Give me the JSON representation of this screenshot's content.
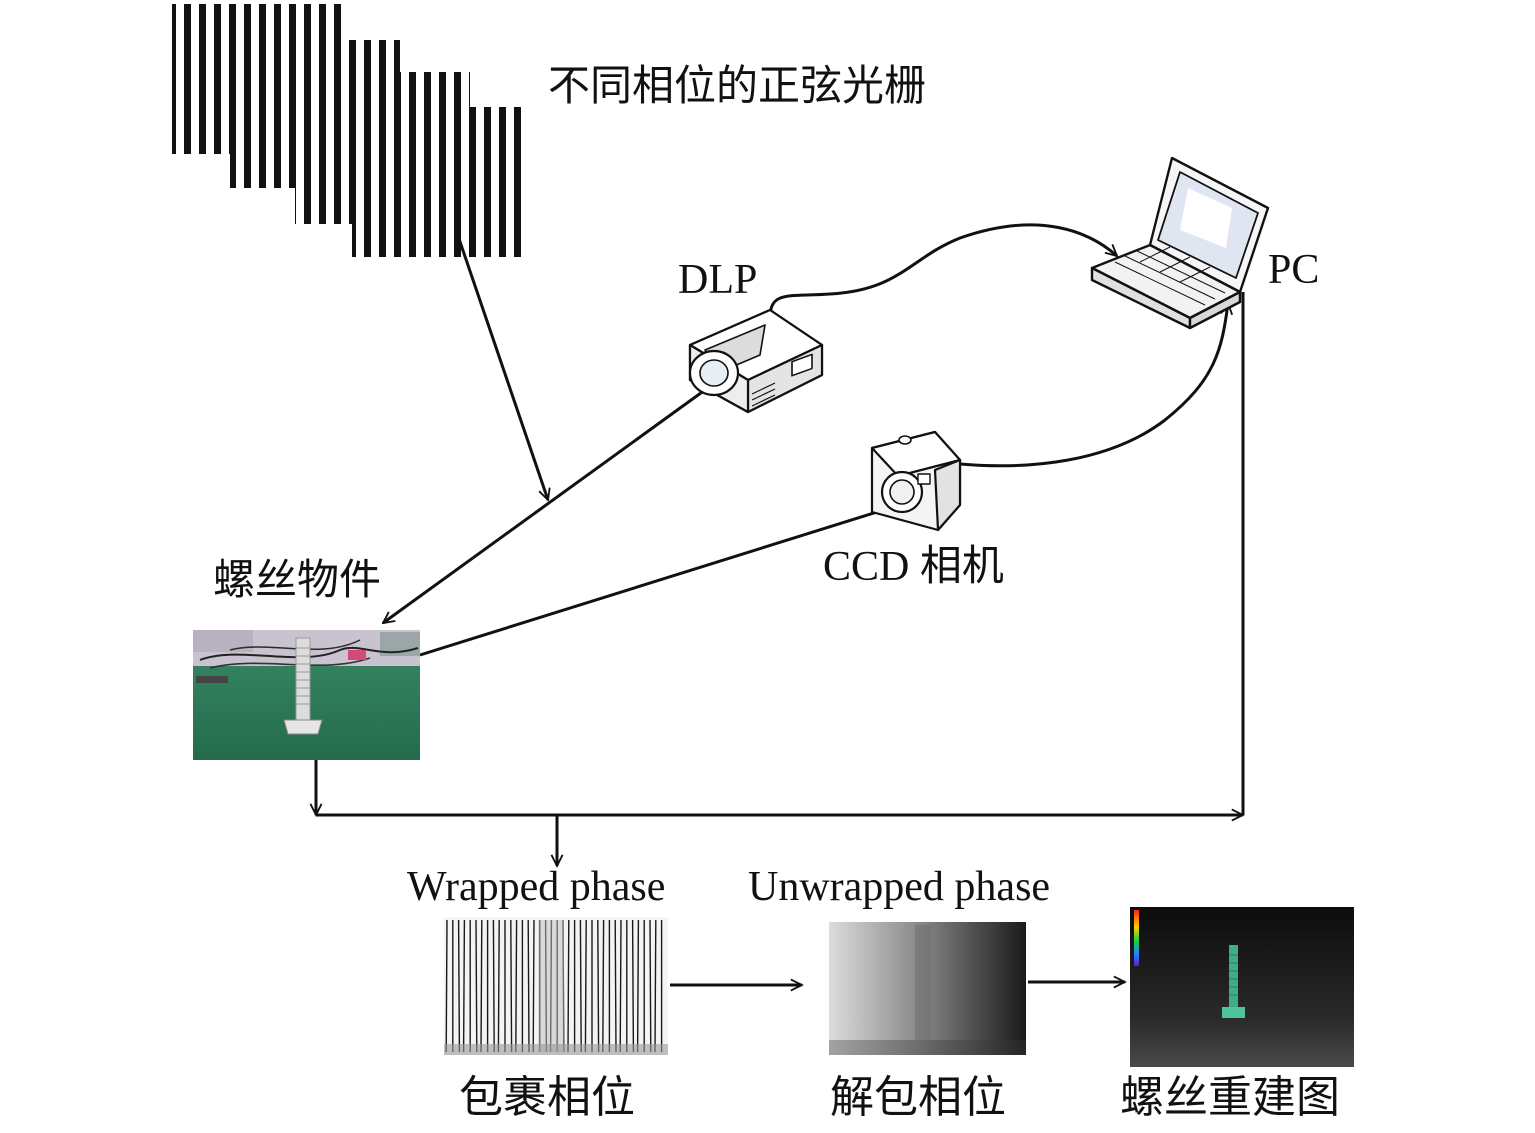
{
  "labels": {
    "gratings": "不同相位的正弦光栅",
    "dlp": "DLP",
    "pc": "PC",
    "ccd": "CCD 相机",
    "object": "螺丝物件",
    "wrapped_en": "Wrapped phase",
    "unwrapped_en": "Unwrapped phase",
    "wrapped_cn": "包裹相位",
    "unwrapped_cn": "解包相位",
    "reconstruction": "螺丝重建图"
  },
  "icons": {
    "gratings": "sinusoidal-fringe-pattern-stack",
    "dlp": "projector-icon",
    "pc": "laptop-icon",
    "ccd": "camera-icon",
    "object": "screw-object-photo",
    "wrapped": "wrapped-phase-map",
    "unwrapped": "unwrapped-phase-map",
    "reconstruction": "screw-3d-reconstruction"
  },
  "colors": {
    "line": "#111111",
    "bench_green": "#2f7a5b",
    "screw_model": "#3fae88",
    "recon_bg": "#1c1c1c"
  }
}
